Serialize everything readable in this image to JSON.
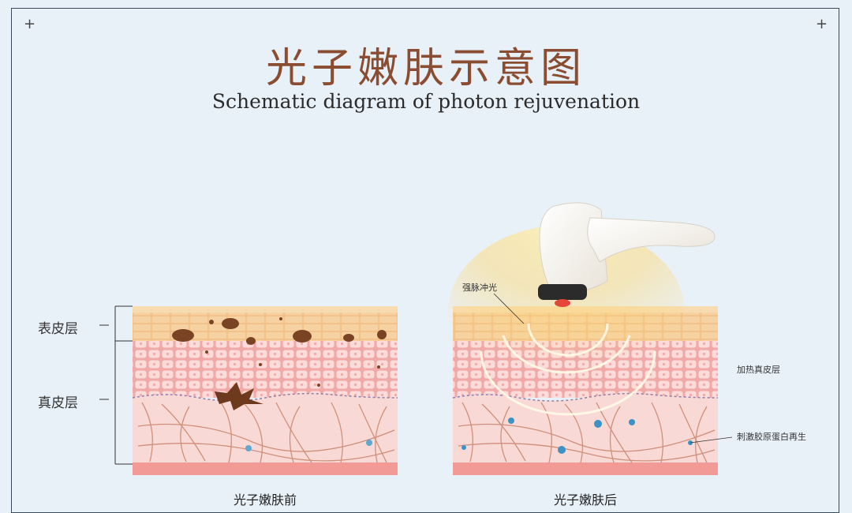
{
  "title_cn": "光子嫩肤示意图",
  "title_en": "Schematic diagram of photon rejuvenation",
  "layers": {
    "epidermis": "表皮层",
    "dermis": "真皮层"
  },
  "captions": {
    "before": "光子嫩肤前",
    "after": "光子嫩肤后"
  },
  "annotations": {
    "ipl": "强脉冲光",
    "heat_dermis": "加热真皮层",
    "collagen": "刺激胶原蛋白再生"
  },
  "colors": {
    "title": "#8a4d31",
    "background": "#e9f1f8",
    "epidermis": "#f3c98f",
    "dermis_cells": "#f4b9b6",
    "dermis_deep": "#f7d6d3",
    "fiber": "#c77a5a",
    "spot": "#7a4424"
  }
}
